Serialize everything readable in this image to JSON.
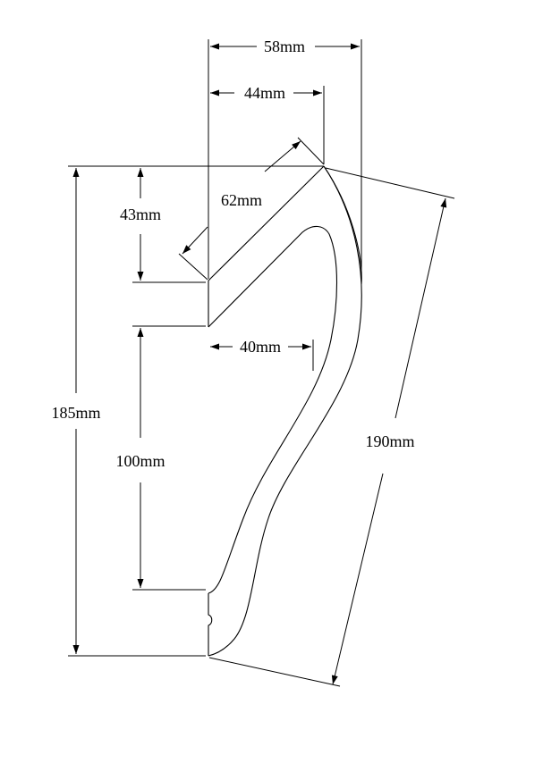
{
  "dimensions": {
    "overall_width": "58mm",
    "top_width": "44mm",
    "slope_length": "62mm",
    "top_height": "43mm",
    "inner_width": "40mm",
    "overall_height": "185mm",
    "lower_height": "100mm",
    "diagonal_length": "190mm"
  },
  "colors": {
    "line": "#000000",
    "background": "#ffffff"
  }
}
